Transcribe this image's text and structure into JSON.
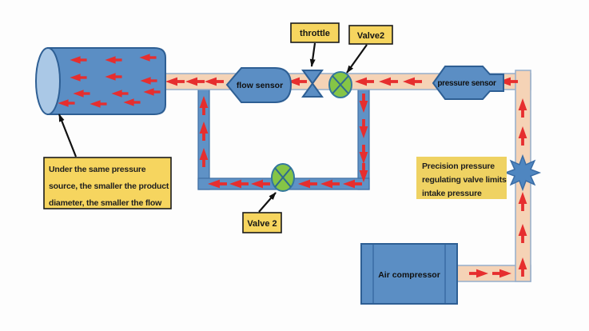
{
  "labels": {
    "throttle": "throttle",
    "valve2": "Valve2",
    "valve2_bottom": "Valve 2",
    "flow_sensor": "flow sensor",
    "pressure_sensor": "pressure sensor",
    "air_compressor": "Air compressor"
  },
  "notes": {
    "pressure_note": [
      "Under the same pressure",
      "source, the smaller the product",
      "diameter, the smaller the flow"
    ],
    "regulator_note": [
      "Precision pressure",
      "regulating valve limits",
      "intake pressure"
    ]
  },
  "icons": {
    "valve": "circle-x-valve-icon",
    "throttle_valve": "hourglass-throttle-icon",
    "regulator": "eight-point-star-regulator-icon",
    "flow_arrow": "red-flow-arrow-icon",
    "cylinder": "air-tank-cylinder-icon",
    "compressor": "air-compressor-box-icon"
  },
  "colors": {
    "pipe_fill": "#f5d3b6",
    "pipe_border": "#95aecb",
    "loop_pipe_fill": "#5f92c6",
    "component_blue": "#5b8ec4",
    "component_border": "#2e5f94",
    "cylinder_cap_blue": "#aac8e6",
    "valve_green": "#85c546",
    "star_blue": "#4f86c0",
    "flow_arrow_red": "#e62e2e",
    "label_yellow": "#f6d55f",
    "note_yellow": "#efd262",
    "pointer_black": "#111111"
  }
}
